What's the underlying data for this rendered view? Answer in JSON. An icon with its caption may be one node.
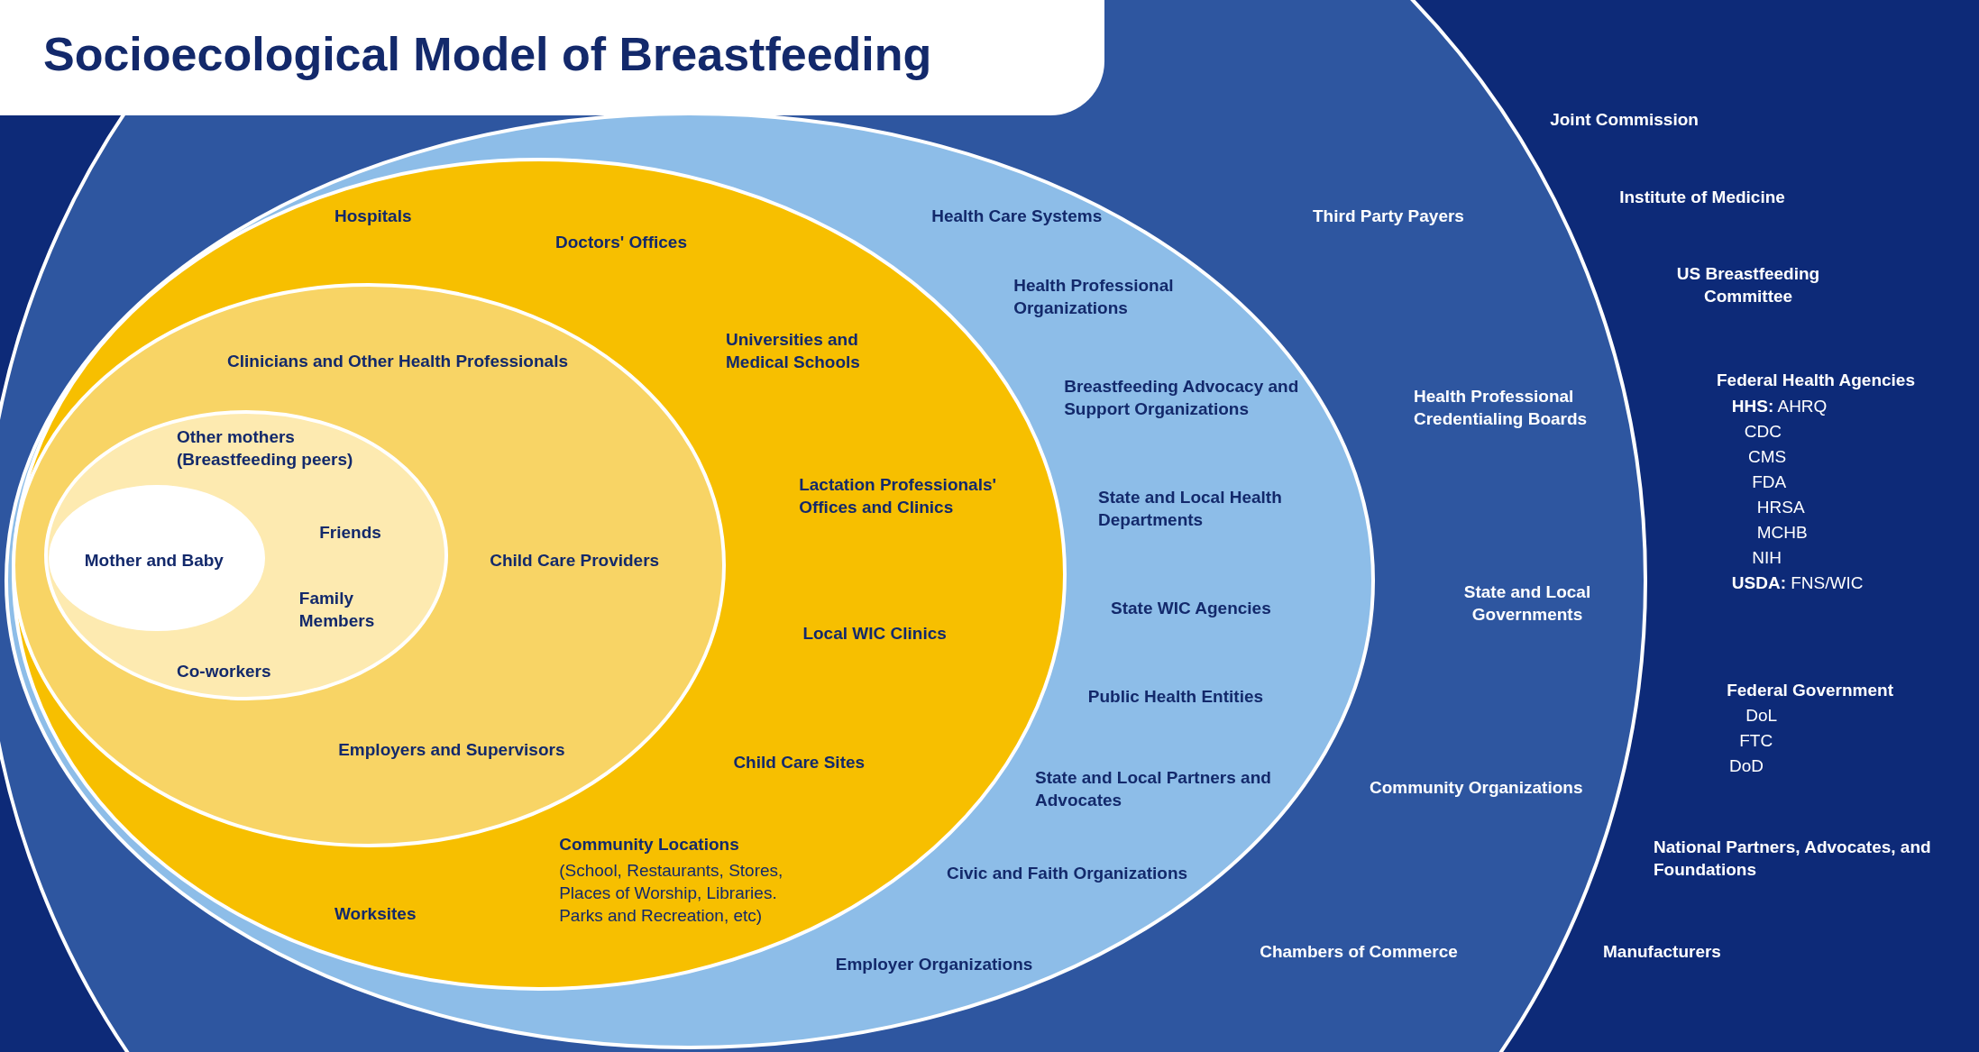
{
  "diagram": {
    "title": "Socioecological Model of Breastfeeding",
    "nodes": [
      {
        "text": [
          "Third Party Payers",
          "Health Professional Credentialing Boards",
          "State and Local Governments",
          "Community Organizations",
          "Chambers of Commerce"
        ]
      },
      {
        "text": [
          "Health Care Systems",
          "Health Professional Organizations",
          "Breastfeeding Advocacy and Support Organizations",
          "State and Local Health Departments",
          "State WIC Agencies",
          "Public Health Entities",
          "State and Local Partners and Advocates",
          "Civic and Faith Organizations",
          "Employer Organizations"
        ],
        "in": 0
      },
      {
        "text": [
          "Hospitals",
          "Doctors' Offices",
          "Universities and Medical Schools",
          "Lactation Professionals' Offices and Clinics",
          "Local WIC Clinics",
          "Child Care Sites",
          "Worksites",
          "Community Locations",
          "(School, Restaurants, Stores, Places of Worship, Libraries. Parks and Recreation, etc)"
        ],
        "in": 1
      },
      {
        "text": [
          "Clinicians and Other Health Professionals",
          "Child Care Providers",
          "Employers and Supervisors"
        ],
        "in": 2
      },
      {
        "text": [
          "Other mothers (Breastfeeding peers)",
          "Friends",
          "Family Members",
          "Co-workers"
        ],
        "in": 3
      },
      {
        "text": [
          "Mother and Baby"
        ],
        "in": 4
      }
    ],
    "labels": [
      "Joint Commission",
      "Institute of Medicine",
      "US Breastfeeding Committee",
      "Federal Health Agencies",
      "**HHS:** AHRQ",
      "CDC",
      "CMS",
      "FDA",
      "HRSA",
      "MCHB",
      "NIH",
      "**USDA:** FNS/WIC",
      "Federal Government",
      "DoL",
      "FTC",
      "DoD",
      "National Partners, Advocates, and Foundations",
      "Manufacturers"
    ]
  }
}
